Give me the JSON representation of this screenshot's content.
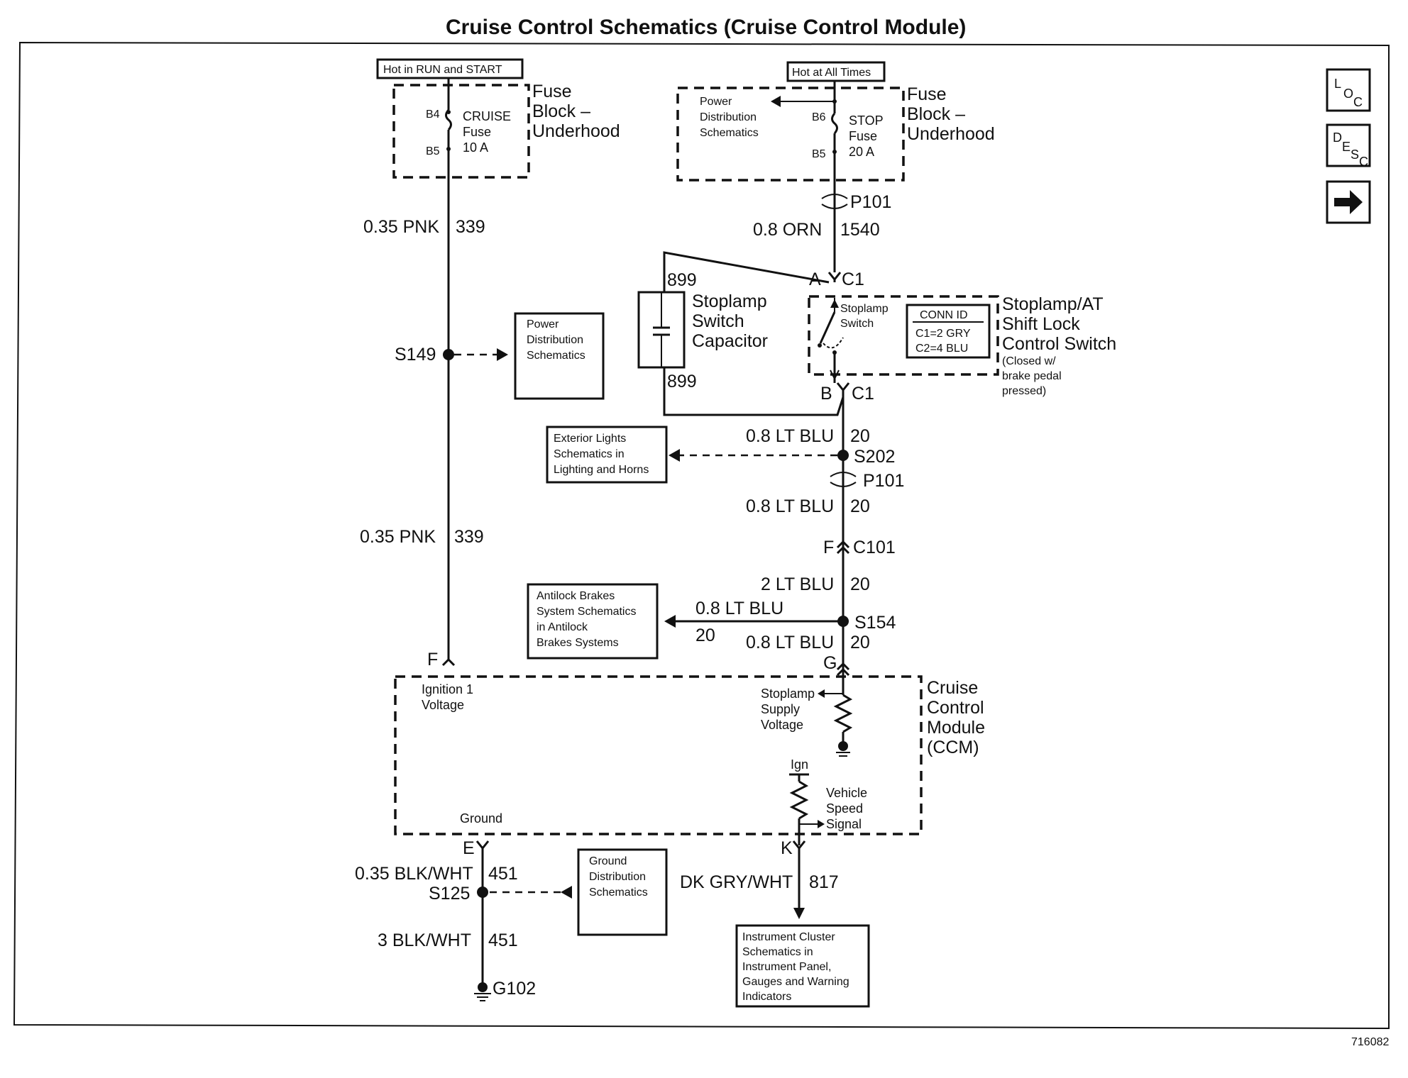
{
  "title": "Cruise Control Schematics (Cruise Control Module)",
  "figure_id": "716082",
  "nav": {
    "loc": "LOC",
    "desc": "DESC",
    "next": "next-arrow-icon"
  },
  "fuse_left": {
    "hot_label": "Hot in RUN and START",
    "pin_top": "B4",
    "pin_bot": "B5",
    "fuse_name": "CRUISE",
    "fuse_word": "Fuse",
    "fuse_rating": "10 A",
    "block_1": "Fuse",
    "block_2": "Block –",
    "block_3": "Underhood"
  },
  "fuse_right": {
    "hot_label": "Hot at All Times",
    "pin_top": "B6",
    "pin_bot": "B5",
    "fuse_name": "STOP",
    "fuse_word": "Fuse",
    "fuse_rating": "20 A",
    "pds_1": "Power",
    "pds_2": "Distribution",
    "pds_3": "Schematics",
    "block_1": "Fuse",
    "block_2": "Block –",
    "block_3": "Underhood"
  },
  "left_wire": {
    "upper_gauge": "0.35 PNK",
    "upper_circuit": "339",
    "lower_gauge": "0.35 PNK",
    "lower_circuit": "339",
    "splice": "S149",
    "pds_1": "Power",
    "pds_2": "Distribution",
    "pds_3": "Schematics"
  },
  "right_wire": {
    "connector_p101": "P101",
    "orn_gauge": "0.8 ORN",
    "orn_circuit": "1540",
    "pin_a": "A",
    "c1_top": "C1",
    "pin_b": "B",
    "c1_bot": "C1",
    "cap_wire_top": "899",
    "cap_wire_bot": "899",
    "cap_1": "Stoplamp",
    "cap_2": "Switch",
    "cap_3": "Capacitor",
    "sw_1": "Stoplamp",
    "sw_2": "Switch",
    "conn_id": "CONN ID",
    "conn_c1": "C1=2 GRY",
    "conn_c2": "C2=4 BLU",
    "shift_1": "Stoplamp/AT",
    "shift_2": "Shift Lock",
    "shift_3": "Control Switch",
    "shift_4": "(Closed w/",
    "shift_5": "brake pedal",
    "shift_6": "pressed)",
    "blu1_gauge": "0.8 LT BLU",
    "blu1_circuit": "20",
    "splice_s202": "S202",
    "ext_1": "Exterior Lights",
    "ext_2": "Schematics in",
    "ext_3": "Lighting and Horns",
    "p101_lower": "P101",
    "blu2_gauge": "0.8 LT BLU",
    "blu2_circuit": "20",
    "pin_f": "F",
    "c101": "C101",
    "blu3_gauge": "2 LT BLU",
    "blu3_circuit": "20",
    "abs_gauge": "0.8 LT BLU",
    "abs_circuit": "20",
    "splice_s154": "S154",
    "abs_1": "Antilock Brakes",
    "abs_2": "System Schematics",
    "abs_3": "in Antilock",
    "abs_4": "Brakes Systems",
    "blu4_gauge": "0.8 LT BLU",
    "blu4_circuit": "20",
    "pin_g": "G"
  },
  "ccm": {
    "name_1": "Cruise",
    "name_2": "Control",
    "name_3": "Module",
    "name_4": "(CCM)",
    "pin_f": "F",
    "ign_1": "Ignition 1",
    "ign_2": "Voltage",
    "stop_1": "Stoplamp",
    "stop_2": "Supply",
    "stop_3": "Voltage",
    "ign_short": "Ign",
    "vss_1": "Vehicle",
    "vss_2": "Speed",
    "vss_3": "Signal",
    "ground": "Ground",
    "pin_e": "E",
    "pin_k": "K"
  },
  "ground": {
    "upper_gauge": "0.35 BLK/WHT",
    "upper_circuit": "451",
    "splice": "S125",
    "lower_gauge": "3 BLK/WHT",
    "lower_circuit": "451",
    "ground_id": "G102",
    "gds_1": "Ground",
    "gds_2": "Distribution",
    "gds_3": "Schematics"
  },
  "vss_wire": {
    "gauge": "DK GRY/WHT",
    "circuit": "817",
    "ic_1": "Instrument Cluster",
    "ic_2": "Schematics in",
    "ic_3": "Instrument Panel,",
    "ic_4": "Gauges and Warning",
    "ic_5": "Indicators"
  }
}
